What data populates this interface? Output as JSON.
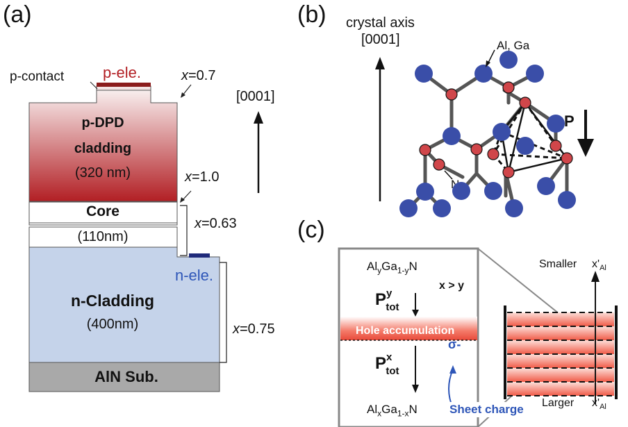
{
  "panel_a": {
    "label": "(a)",
    "p_ele": "p-ele.",
    "p_contact": "p-contact",
    "x07": "=0.7",
    "pdpd_line1": "p-DPD",
    "pdpd_line2": "cladding",
    "pdpd_thick": "(320 nm)",
    "x10": "=1.0",
    "axis_label": "[0001]",
    "core": "Core",
    "core_thick": "(110nm)",
    "x063": "=0.63",
    "n_ele": "n-ele.",
    "ncl": "n-Cladding",
    "ncl_thick": "(400nm)",
    "x075": "=0.75",
    "sub": "AlN Sub.",
    "x_var": "x"
  },
  "panel_b": {
    "label": "(b)",
    "axis_line1": "crystal axis",
    "axis_line2": "[0001]",
    "atom_al": "Al, Ga",
    "atom_n": "N",
    "pol": "P"
  },
  "panel_c": {
    "label": "(c)",
    "top_alloy": "Al",
    "top_sub1": "y",
    "top_mid": "Ga",
    "top_sub2": "1-y",
    "top_end": "N",
    "cond": "x > y",
    "ptot_top": "P",
    "ptot_top_sup": "y",
    "ptot_top_sub": "tot",
    "hole": "Hole accumulation",
    "sigma": "σ-",
    "ptot_bot": "P",
    "ptot_bot_sup": "x",
    "ptot_bot_sub": "tot",
    "bot_alloy": "Al",
    "bot_sub1": "x",
    "bot_mid": "Ga",
    "bot_sub2": "1-x",
    "bot_end": "N",
    "sheet": "Sheet charge",
    "smaller": "Smaller",
    "larger": "Larger",
    "xal": "x'",
    "xal_sub": "Al"
  },
  "colors": {
    "p_top": "#f8eeee",
    "p_bottom": "#b21f24",
    "n_clad": "#c5d3ea",
    "sub": "#a9a9a9",
    "al_atom": "#3a4ea8",
    "n_atom": "#d0464a",
    "n_ele": "#1f2a7a",
    "p_ele": "#8b1c1c",
    "accent_blue": "#2e56b8"
  }
}
